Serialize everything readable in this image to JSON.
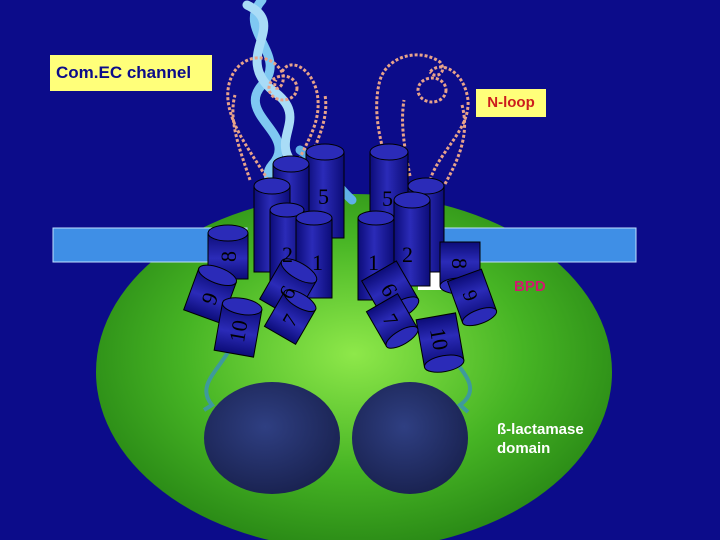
{
  "labels": {
    "title": "Com.EC channel",
    "n_loop": "N-loop",
    "bpd": "BPD",
    "lactamase_line1": "ß-lactamase",
    "lactamase_line2": "domain"
  },
  "helix_numbers": {
    "left_5": "5",
    "left_2": "2",
    "left_1": "1",
    "left_8": "8",
    "left_6": "6",
    "left_9": "9",
    "left_7": "7",
    "left_10": "10",
    "right_5": "5",
    "right_1": "1",
    "right_2": "2",
    "right_8": "8",
    "right_6": "6",
    "right_9": "9",
    "right_7": "7",
    "right_10": "10"
  },
  "colors": {
    "background": "#0c0c8a",
    "cell": "#3fb21e",
    "membrane": "#3f8fe6",
    "helix": "#1e1ea0",
    "loop": "#e8a38a",
    "dna": "#7fc8f2",
    "domain": "#22306a"
  }
}
